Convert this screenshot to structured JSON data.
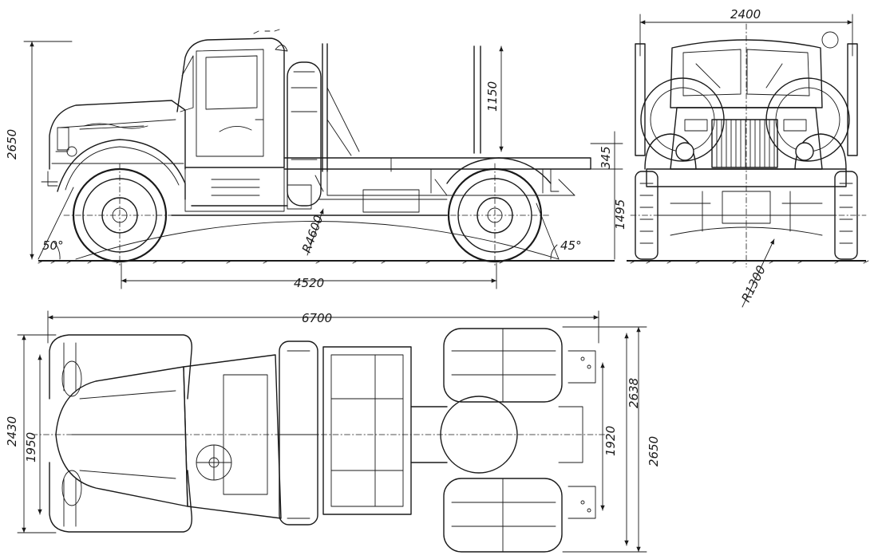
{
  "colors": {
    "ink": "#1a1a1a",
    "paper": "#ffffff"
  },
  "dimensions": {
    "side_height": "2650",
    "side_wheelbase": "4520",
    "side_stake_height": "1150",
    "side_platform_height": "345",
    "side_frame_height": "1495",
    "side_radius": "R4600",
    "angle_front": "50°",
    "angle_rear": "45°",
    "front_width": "2400",
    "front_radius": "R1300",
    "top_length": "6700",
    "top_front_width": "2430",
    "top_front_track": "1950",
    "top_rear_width": "2638",
    "top_rear_track": "1920",
    "top_total_width": "2650"
  }
}
